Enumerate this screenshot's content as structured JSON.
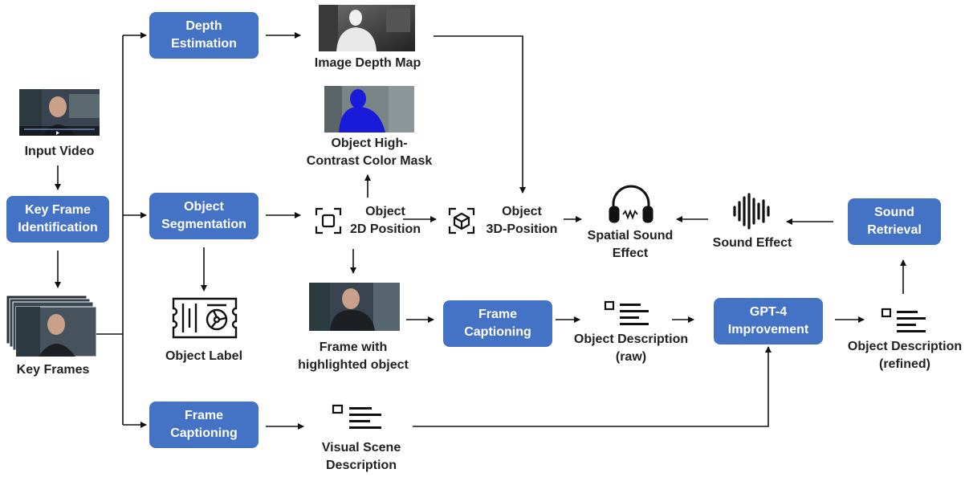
{
  "boxes": {
    "depth_estimation": [
      "Depth",
      "Estimation"
    ],
    "key_frame_identification": [
      "Key Frame",
      "Identification"
    ],
    "object_segmentation": [
      "Object",
      "Segmentation"
    ],
    "frame_captioning_bottom": [
      "Frame",
      "Captioning"
    ],
    "frame_captioning_mid": [
      "Frame",
      "Captioning"
    ],
    "gpt4_improvement": [
      "GPT-4",
      "Improvement"
    ],
    "sound_retrieval": [
      "Sound",
      "Retrieval"
    ]
  },
  "labels": {
    "input_video": [
      "Input Video"
    ],
    "key_frames": [
      "Key Frames"
    ],
    "image_depth_map": [
      "Image Depth Map"
    ],
    "color_mask": [
      "Object High-",
      "Contrast Color Mask"
    ],
    "object_2d": [
      "Object",
      "2D Position"
    ],
    "object_3d": [
      "Object",
      "3D-Position"
    ],
    "spatial_sound": [
      "Spatial Sound",
      "Effect"
    ],
    "sound_effect": [
      "Sound Effect"
    ],
    "object_label": [
      "Object Label"
    ],
    "frame_highlighted": [
      "Frame with",
      "highlighted object"
    ],
    "desc_raw": [
      "Object Description",
      "(raw)"
    ],
    "desc_refined": [
      "Object Description",
      "(refined)"
    ],
    "visual_scene": [
      "Visual Scene",
      "Description"
    ]
  },
  "icons": [
    "focus-frame-icon",
    "cube-icon",
    "headphones-icon",
    "sound-wave-icon",
    "gpu-card-icon",
    "text-lines-icon"
  ],
  "colors": {
    "box": "#4472c4",
    "mask": "#1a1adb",
    "text": "#222222"
  }
}
